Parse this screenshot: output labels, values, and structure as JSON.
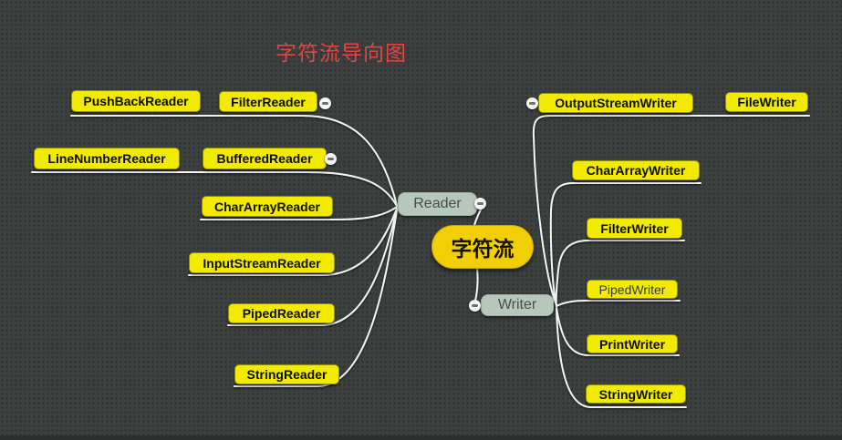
{
  "title": "字符流导向图",
  "colors": {
    "background": "#3c4140",
    "leaf_fill": "#f2ea00",
    "branch_fill": "#b6c8bc",
    "center_fill": "#f2ce04",
    "title_red": "#e04444",
    "connector": "#f4f4f4"
  },
  "mindmap": {
    "center": {
      "label": "字符流"
    },
    "left_branch": {
      "label": "Reader",
      "children": [
        {
          "label": "FilterReader",
          "collapse_icon": "minus",
          "children": [
            {
              "label": "PushBackReader"
            }
          ]
        },
        {
          "label": "BufferedReader",
          "collapse_icon": "minus",
          "children": [
            {
              "label": "LineNumberReader"
            }
          ]
        },
        {
          "label": "CharArrayReader"
        },
        {
          "label": "InputStreamReader"
        },
        {
          "label": "PipedReader"
        },
        {
          "label": "StringReader"
        }
      ]
    },
    "right_branch": {
      "label": "Writer",
      "children": [
        {
          "label": "OutputStreamWriter",
          "collapse_icon": "minus",
          "children": [
            {
              "label": "FileWriter"
            }
          ]
        },
        {
          "label": "CharArrayWriter"
        },
        {
          "label": "FilterWriter"
        },
        {
          "label": "PipedWriter"
        },
        {
          "label": "PrintWriter"
        },
        {
          "label": "StringWriter"
        }
      ]
    }
  }
}
